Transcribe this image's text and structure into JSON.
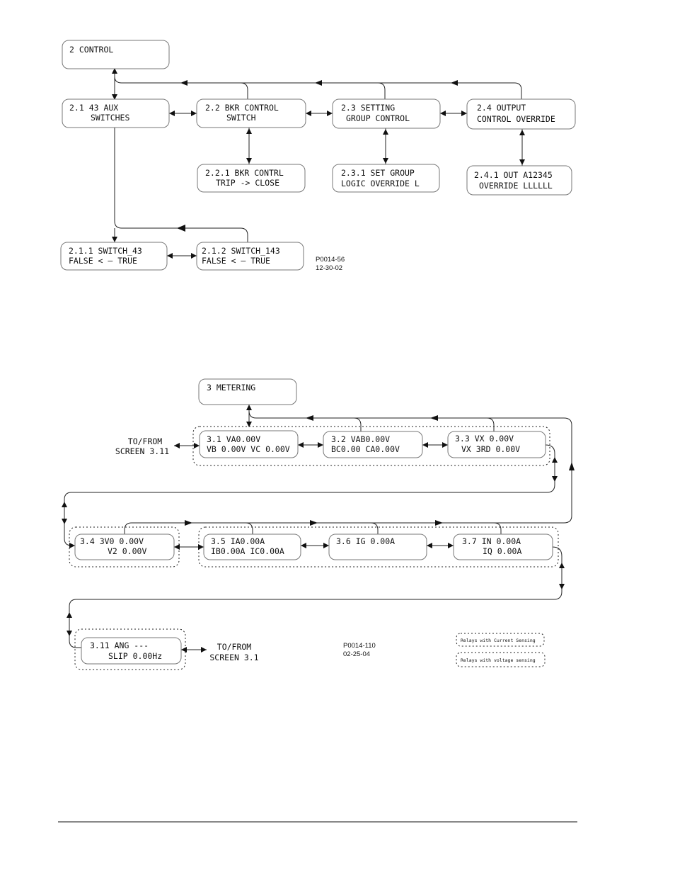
{
  "control": {
    "root": [
      "2 CONTROL",
      ""
    ],
    "s2_1": [
      "2.1 43 AUX",
      "SWITCHES"
    ],
    "s2_2": [
      "2.2 BKR CONTROL",
      "SWITCH"
    ],
    "s2_3": [
      "2.3 SETTING",
      "GROUP CONTROL"
    ],
    "s2_4": [
      "2.4 OUTPUT",
      "CONTROL OVERRIDE"
    ],
    "s2_2_1": [
      "2.2.1 BKR CONTRL",
      "TRIP -> CLOSE"
    ],
    "s2_3_1": [
      "2.3.1 SET GROUP",
      "LOGIC OVERRIDE L"
    ],
    "s2_4_1": [
      "2.4.1 OUT A12345",
      "OVERRIDE LLLLLL"
    ],
    "s2_1_1": [
      "2.1.1 SWITCH_43",
      "FALSE < — TRUE"
    ],
    "s2_1_2": [
      "2.1.2 SWITCH_143",
      "FALSE < — TRUE"
    ],
    "figure_id": [
      "P0014-56",
      "12-30-02"
    ]
  },
  "metering": {
    "root": [
      "3 METERING",
      ""
    ],
    "s3_1": [
      "3.1  VA0.00V",
      "VB 0.00V VC 0.00V"
    ],
    "s3_2": [
      "3.2 VAB0.00V",
      "BC0.00   CA0.00V"
    ],
    "s3_3": [
      "3.3  VX   0.00V",
      "VX 3RD  0.00V"
    ],
    "s3_4": [
      "3.4  3V0 0.00V",
      "V2 0.00V"
    ],
    "s3_5": [
      "3.5  IA0.00A",
      "IB0.00A IC0.00A"
    ],
    "s3_6": [
      "3.6 IG 0.00A",
      ""
    ],
    "s3_7": [
      "3.7 IN  0.00A",
      "IQ  0.00A"
    ],
    "s3_11": [
      "3.11 ANG   ---",
      "SLIP  0.00Hz"
    ],
    "to_from_left": [
      "TO/FROM",
      "SCREEN 3.11"
    ],
    "to_from_bottom": [
      "TO/FROM",
      "SCREEN 3.1"
    ],
    "figure_id": [
      "P0014-110",
      "02-25-04"
    ],
    "legend": {
      "current": "Relays with Current Sensing",
      "voltage": "Relays with voltage sensing"
    }
  }
}
